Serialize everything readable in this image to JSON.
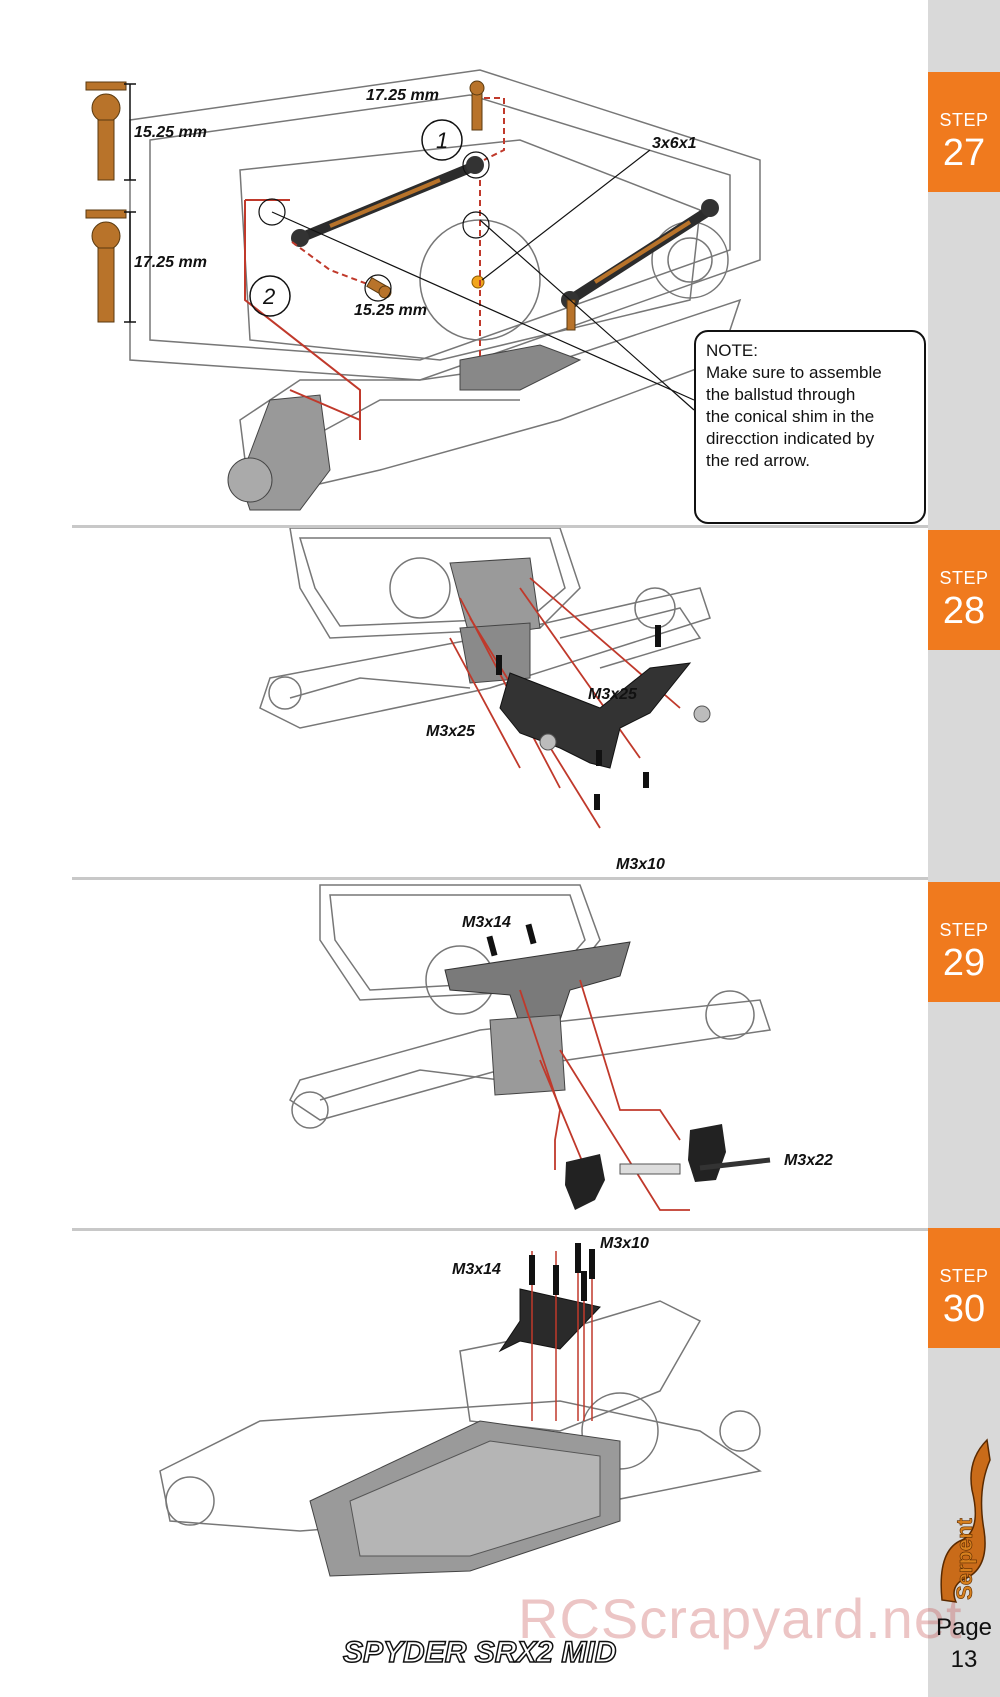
{
  "steps": [
    {
      "label": "STEP",
      "number": "27"
    },
    {
      "label": "STEP",
      "number": "28"
    },
    {
      "label": "STEP",
      "number": "29"
    },
    {
      "label": "STEP",
      "number": "30"
    }
  ],
  "step27": {
    "dims": {
      "d1": "17.25 mm",
      "d2": "15.25 mm",
      "d3": "17.25 mm",
      "d4": "15.25 mm",
      "shim": "3x6x1",
      "callout1": "1",
      "callout2": "2"
    },
    "note": {
      "lines": [
        "NOTE:",
        "Make sure to assemble",
        "the ballstud through",
        "the conical shim in the",
        "direcction indicated by",
        "the red arrow."
      ]
    }
  },
  "step28": {
    "screws": {
      "a": "M3x25",
      "b": "M3x25",
      "c": "M3x10"
    }
  },
  "step29": {
    "screws": {
      "a": "M3x14",
      "b": "M3x22"
    }
  },
  "step30": {
    "screws": {
      "a": "M3x14",
      "b": "M3x10"
    }
  },
  "footer": {
    "page_label": "Page",
    "page_number": "13",
    "watermark": "RCScrapyard.net",
    "model_logo": "SPYDER SRX2 MID",
    "brand_logo": "Serpent"
  },
  "colors": {
    "accent": "#f07a1e",
    "sidebar": "#d9d9d9",
    "leader": "#c0392b",
    "bronze": "#b8732a"
  }
}
